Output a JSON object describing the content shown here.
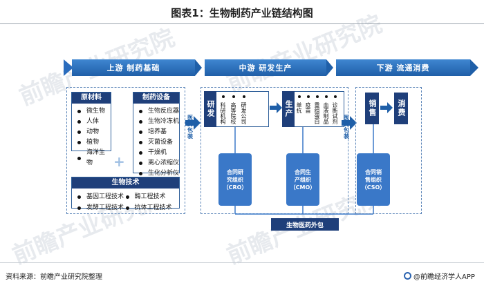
{
  "title": "图表1：生物制药产业链结构图",
  "banner": {
    "upstream": "上游  制药基础",
    "midstream": "中游  研发生产",
    "downstream": "下游  流通消费"
  },
  "upstream": {
    "raw_materials": {
      "heading": "原材料",
      "items": [
        "微生物",
        "人体",
        "动物",
        "植物",
        "海洋生物"
      ]
    },
    "equipment": {
      "heading": "制药设备",
      "items": [
        "生物反应器",
        "生物冷冻机",
        "培养基",
        "灭菌设备",
        "干燥机",
        "离心浓缩仪",
        "生化分析仪"
      ]
    },
    "technology": {
      "heading": "生物技术",
      "items": [
        "基因工程技术",
        "酶工程技术",
        "发酵工程技术",
        "抗体工程技术"
      ]
    },
    "plus": "+"
  },
  "transfer_labels": {
    "left": "医药包装",
    "right": "医药包装"
  },
  "midstream": {
    "rd": {
      "label": "研发",
      "items": [
        "科研机构",
        "高等院校",
        "研发公司"
      ],
      "org": [
        "合同研",
        "究组织",
        "（CRO）"
      ]
    },
    "production": {
      "label": "生产",
      "items": [
        "单抗",
        "疫苗",
        "重组蛋白",
        "血液制品",
        "诊断试剂"
      ],
      "org": [
        "合同生",
        "产组织",
        "（CMO）"
      ]
    }
  },
  "downstream": {
    "sales": "销售",
    "consumption": "消费",
    "org": [
      "合同销",
      "售组织",
      "（CSO）"
    ]
  },
  "outsourcing": "生物医药外包",
  "footer": {
    "source": "资料来源：前瞻产业研究院整理",
    "brand": "@前瞻经济学人APP"
  },
  "watermark": "前瞻产业研究院",
  "colors": {
    "navy": "#1f3f7a",
    "blue": "#2b63b0",
    "light_blue": "#3a78c8",
    "dashed": "#5a84b8"
  }
}
